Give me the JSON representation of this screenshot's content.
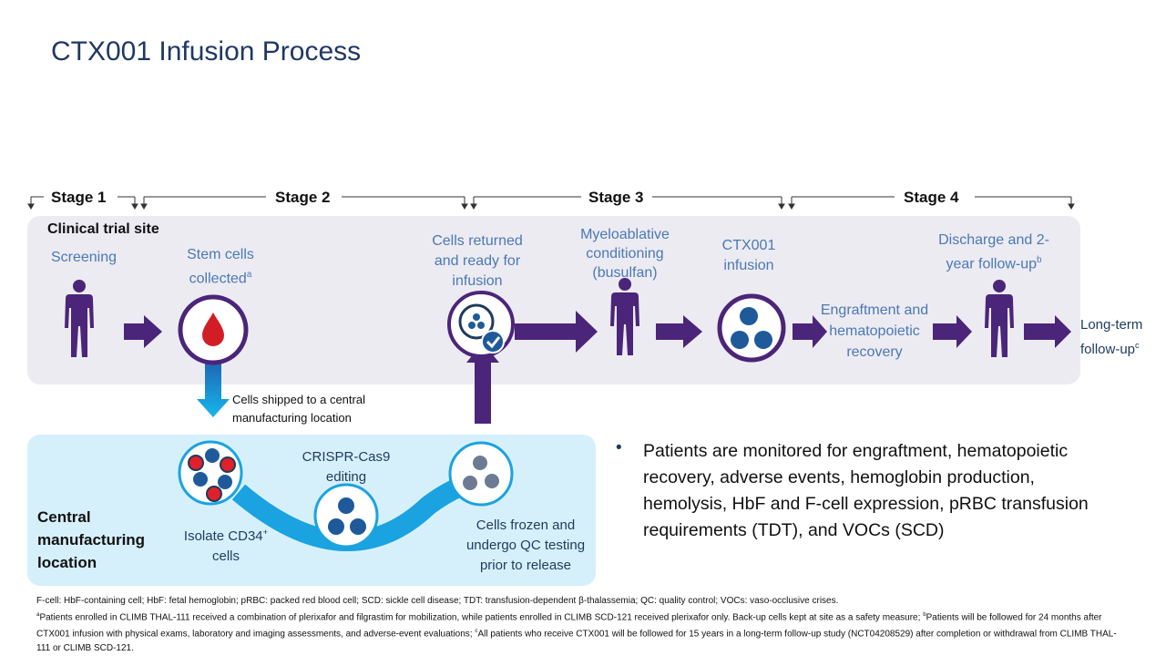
{
  "title": "CTX001 Infusion Process",
  "stages": [
    "Stage 1",
    "Stage 2",
    "Stage 3",
    "Stage 4"
  ],
  "clinical_site": {
    "heading": "Clinical trial site",
    "screening": "Screening",
    "stem_cells": "Stem cells collected",
    "stem_cells_sup": "a",
    "returned": "Cells returned and ready for infusion",
    "conditioning": "Myeloablative conditioning (busulfan)",
    "infusion": "CTX001 infusion",
    "engraftment": "Engraftment and hematopoietic recovery",
    "discharge": "Discharge and 2-year follow-up",
    "discharge_sup": "b",
    "long_term": "Long-term follow-up",
    "long_term_sup": "c"
  },
  "shipped": "Cells shipped to a central manufacturing location",
  "central": {
    "heading": "Central manufacturing location",
    "isolate_pre": "Isolate CD34",
    "isolate_sup": "+",
    "isolate_post": " cells",
    "crispr": "CRISPR-Cas9 editing",
    "frozen": "Cells frozen and undergo QC testing prior to release"
  },
  "bullet": "Patients are monitored for engraftment, hematopoietic recovery, adverse events, hemoglobin production, hemolysis, HbF and F-cell expression, pRBC transfusion requirements (TDT), and VOCs (SCD)",
  "footnotes": {
    "abbrev": "F-cell: HbF-containing cell; HbF: fetal hemoglobin; pRBC: packed red blood cell; SCD: sickle cell disease; TDT: transfusion-dependent β-thalassemia; QC: quality control; VOCs: vaso-occlusive crises.",
    "a": "Patients enrolled in CLIMB THAL-111 received a combination of plerixafor and filgrastim for mobilization, while patients enrolled in CLIMB SCD-121 received plerixafor only. Back-up cells kept at site as a safety measure;",
    "b": "Patients will be followed for 24 months after CTX001 infusion with physical exams, laboratory and imaging assessments, and adverse-event evaluations;",
    "c": "All patients who receive CTX001 will be followed for 15 years in a long-term follow-up study (NCT04208529) after completion or withdrawal from CLIMB THAL-111 or CLIMB SCD-121."
  },
  "colors": {
    "purple": "#4b2579",
    "navy": "#1e3a5c",
    "blue_label": "#4b78b4",
    "cell_blue": "#1e5a9a",
    "cell_red": "#e0202a",
    "arc_blue": "#1aa3e0"
  }
}
